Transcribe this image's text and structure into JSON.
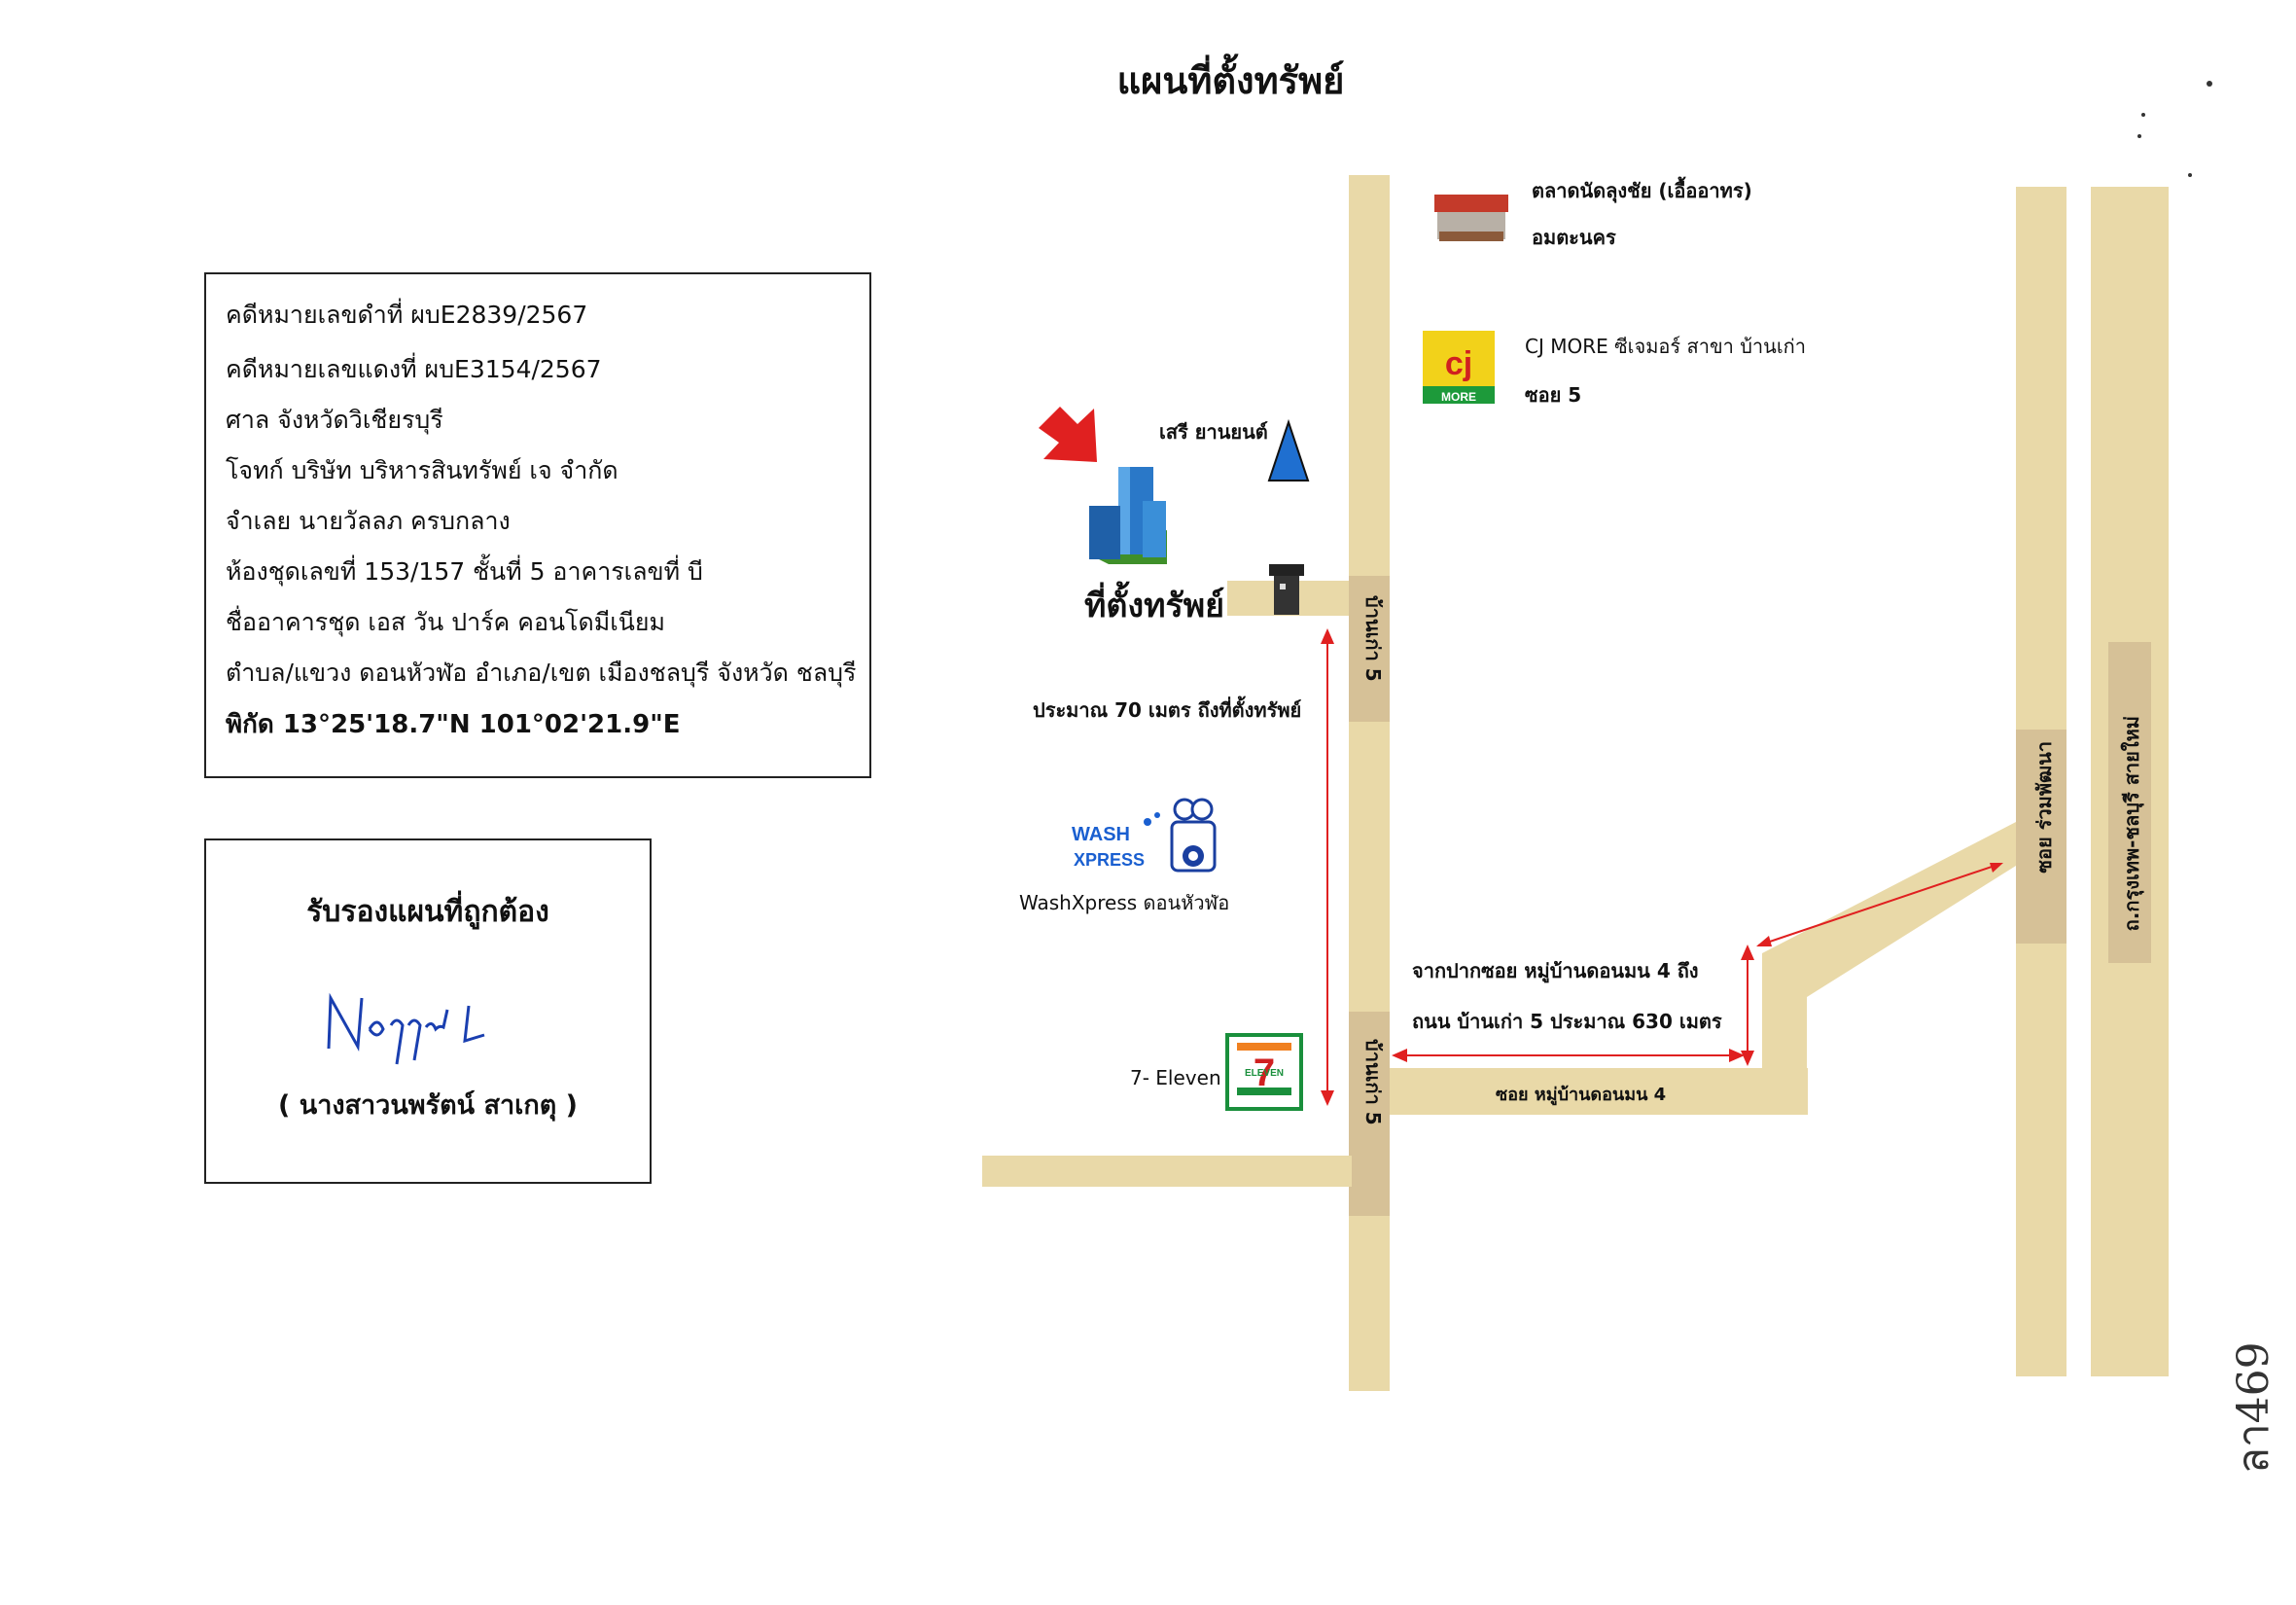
{
  "title": "แผนที่ตั้งทรัพย์",
  "case_info": {
    "lines": [
      "คดีหมายเลขดำที่ ผบE2839/2567",
      "คดีหมายเลขแดงที่ ผบE3154/2567",
      "ศาล จังหวัดวิเชียรบุรี",
      "โจทก์ บริษัท บริหารสินทรัพย์ เจ จำกัด",
      "จำเลย  นายวัลลภ ครบกลาง",
      "ห้องชุดเลขที่ 153/157 ชั้นที่ 5 อาคารเลขที่ บี",
      "ชื่ออาคารชุด เอส วัน ปาร์ค คอนโดมีเนียม",
      "ตำบล/แขวง ดอนหัวฬ่อ อำเภอ/เขต เมืองชลบุรี จังหวัด ชลบุรี"
    ],
    "coordinates": "พิกัด 13°25'18.7\"N 101°02'21.9\"E"
  },
  "certification": {
    "title": "รับรองแผนที่ถูกต้อง",
    "signature": "Noppor L",
    "name": "( นางสาวนพรัตน์ สาเกตุ )"
  },
  "map": {
    "property_label": "ที่ตั้งทรัพย์",
    "poi": {
      "market_line1": "ตลาดนัดลุงชัย (เอื้ออาทร)",
      "market_line2": "อมตะนคร",
      "cj_line1": "CJ MORE ซีเจมอร์ สาขา บ้านเก่า",
      "cj_line2": "ซอย 5",
      "cj_logo_top": "cj",
      "cj_logo_bottom": "MORE",
      "seri": "เสรี ยานยนต์",
      "washxpress": "WashXpress ดอนหัวฬ่อ",
      "wash_logo_1": "WASH",
      "wash_logo_2": "XPRESS",
      "seven_label": "7- Eleven",
      "seven_logo_num": "7",
      "seven_logo_text": "ELEVEN"
    },
    "roads": {
      "ban_kao_5_top": "บ้านเก่า 5",
      "ban_kao_5_bottom": "บ้านเก่า 5",
      "soi_don_mon_4": "ซอย หมู่บ้านดอนมน 4",
      "soi_ruam_phatthana": "ซอย ร่วมพัฒนา",
      "bangkok_chonburi": "ถ.กรุงเทพ-ชลบุรี สายใหม่"
    },
    "distance_70": "ประมาณ 70 เมตร ถึงที่ตั้งทรัพย์",
    "distance_630_line1": "จากปากซอย หมู่บ้านดอนมน 4 ถึง",
    "distance_630_line2": "ถนน บ้านเก่า 5 ประมาณ 630 เมตร"
  },
  "handwritten_stamp": "ลา469",
  "colors": {
    "road": "#e9d9a8",
    "road_dark": "#d6c197",
    "arrow_red": "#e02020",
    "building_blue": "#2a78c8",
    "seven_green": "#1a8f3c",
    "seven_orange": "#f08020",
    "cj_yellow": "#f2d21a",
    "cj_green": "#1d9a3a"
  }
}
